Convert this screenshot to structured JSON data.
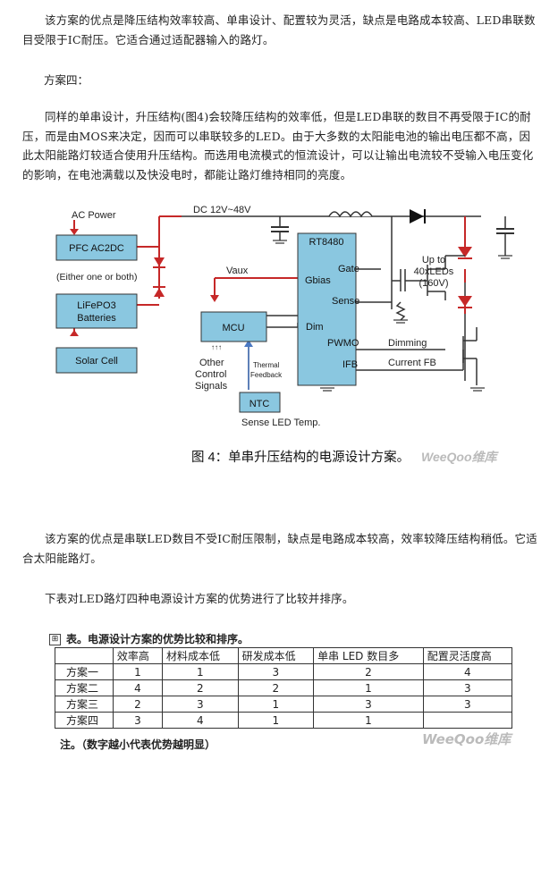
{
  "intro_paragraph": "该方案的优点是降压结构效率较高、单串设计、配置较为灵活，缺点是电路成本较高、LED串联数目受限于IC耐压。它适合通过适配器输入的路灯。",
  "scheme4_heading": "方案四：",
  "scheme4_paragraph": "同样的单串设计，升压结构(图4)会较降压结构的效率低，但是LED串联的数目不再受限于IC的耐压，而是由MOS来决定，因而可以串联较多的LED。由于大多数的太阳能电池的输出电压都不高，因此太阳能路灯较适合使用升压结构。而选用电流模式的恒流设计，可以让输出电流较不受输入电压变化的影响，在电池满载以及快没电时，都能让路灯维持相同的亮度。",
  "figure": {
    "ac_power": "AC Power",
    "dc_range": "DC 12V~48V",
    "pfc": "PFC AC2DC",
    "either": "(Either one or both)",
    "lifepo3_line1": "LiFePO3",
    "lifepo3_line2": "Batteries",
    "solar": "Solar Cell",
    "vaux": "Vaux",
    "mcu": "MCU",
    "other_line1": "Other",
    "other_line2": "Control",
    "other_line3": "Signals",
    "thermal_line1": "Thermal",
    "thermal_line2": "Feedback",
    "ntc": "NTC",
    "sense_led_temp": "Sense LED Temp.",
    "chip": "RT8480",
    "pin_gbias": "Gbias",
    "pin_gate": "Gate",
    "pin_sense": "Sense",
    "pin_dim": "Dim",
    "pin_pwmo": "PWMO",
    "pin_ifb": "IFB",
    "up_to_line1": "Up to",
    "up_to_line2": "40xLEDs",
    "up_to_line3": "(160V)",
    "dimming": "Dimming",
    "current_fb": "Current FB",
    "caption": "图 4：单串升压结构的电源设计方案。",
    "watermark": "WeeQoo维库"
  },
  "after_figure_paragraph": "该方案的优点是串联LED数目不受IC耐压限制，缺点是电路成本较高，效率较降压结构稍低。它适合太阳能路灯。",
  "table_intro": "下表对LED路灯四种电源设计方案的优势进行了比较并排序。",
  "table": {
    "icon": "⊞",
    "title": "表。电源设计方案的优势比较和排序。",
    "headers": [
      "",
      "效率高",
      "材料成本低",
      "研发成本低",
      "单串 LED 数目多",
      "配置灵活度高"
    ],
    "rows": [
      [
        "方案一",
        "1",
        "1",
        "3",
        "2",
        "4"
      ],
      [
        "方案二",
        "4",
        "2",
        "2",
        "1",
        "3"
      ],
      [
        "方案三",
        "2",
        "3",
        "1",
        "3",
        "3"
      ],
      [
        "方案四",
        "3",
        "4",
        "1",
        "1",
        ""
      ]
    ],
    "note": "注。（数字越小代表优势越明显）",
    "watermark": "WeeQoo维库"
  }
}
